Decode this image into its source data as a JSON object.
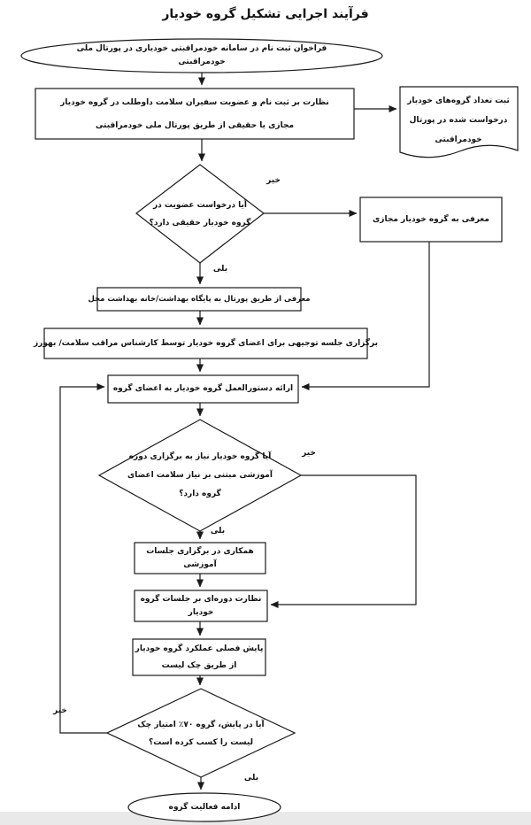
{
  "page": {
    "title": "فرآیند اجرایی تشکیل گروه خودیار"
  },
  "flowchart": {
    "type": "flowchart",
    "colors": {
      "stroke": "#1a1a1a",
      "background": "#ffffff",
      "footer_strip": "#e9e9e9"
    },
    "nodes": {
      "start": {
        "type": "terminator",
        "label": "فراخوان ثبت نام در سامانه خودمراقبتی خودیاری در پورتال ملی خودمراقبتی"
      },
      "supervise_registration": {
        "type": "process",
        "label": "نظارت بر ثبت نام و عضویت سفیران سلامت داوطلب در گروه خودیار مجازی یا حقیقی از طریق پورتال ملی خودمراقبتی"
      },
      "record_groups": {
        "type": "document",
        "label": "ثبت تعداد گروه‌های خودیار درخواست شده در پورتال خودمراقبتی"
      },
      "decision_real_group": {
        "type": "decision",
        "label": "آیا درخواست عضویت در گروه خودیار حقیقی دارد؟"
      },
      "intro_virtual": {
        "type": "process",
        "label": "معرفی به گروه خودیار مجازی"
      },
      "intro_portal": {
        "type": "process",
        "label": "معرفی از طریق پورتال  به پایگاه بهداشت/خانه بهداشت محل"
      },
      "briefing_session": {
        "type": "process",
        "label": "برگزاری جلسه توجیهی برای اعضای گروه خودیار توسط کارشناس مراقب سلامت/ بهورز"
      },
      "provide_guideline": {
        "type": "process",
        "label": "ارائه دستورالعمل گروه خودیار به اعضای گروه"
      },
      "decision_training": {
        "type": "decision",
        "label": "آیا گروه خودیار نیاز به برگزاری دوره آموزشی مبتنی بر نیاز سلامت اعضای گروه دارد؟"
      },
      "training_cooperation": {
        "type": "process",
        "label": "همکاری در برگزاری جلسات آموزشی"
      },
      "periodic_supervision": {
        "type": "process",
        "label": "نظارت دوره‌ای بر جلسات گروه خودیار"
      },
      "quarterly_monitoring": {
        "type": "process",
        "label": "پایش فصلی عملکرد گروه خودیار از طریق چک لیست"
      },
      "decision_score": {
        "type": "decision",
        "label": "آیا در پایش، گروه ۷۰٪ امتیاز چک لیست را کسب کرده است؟"
      },
      "end": {
        "type": "terminator",
        "label": "ادامه فعالیت گروه"
      }
    },
    "edge_labels": {
      "no1": "خیر",
      "yes1": "بلی",
      "no2": "خیر",
      "yes2": "بلی",
      "no3": "خیر",
      "yes3": "بلی"
    }
  }
}
